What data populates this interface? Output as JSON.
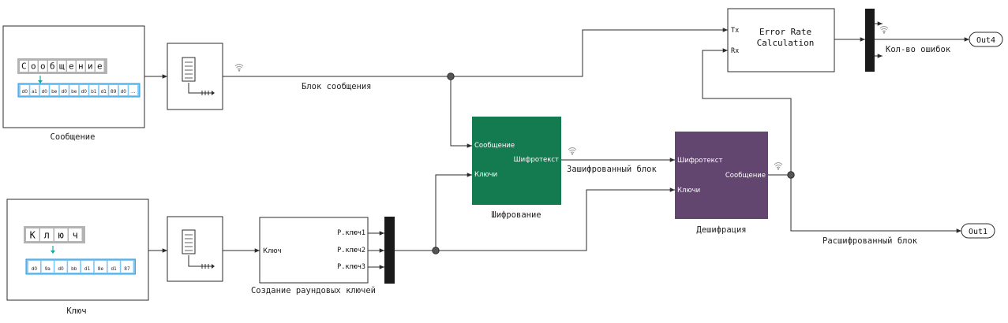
{
  "colors": {
    "line": "#2b2b2b",
    "encrypt_fill": "#147a50",
    "decrypt_fill": "#62466f",
    "bus_fill": "#1a1a1a",
    "byte_fill": "#7fc8f5",
    "byte_border": "#2a9ae0",
    "char_fill": "#b3b3b3",
    "arrow_teal": "#1aa59c"
  },
  "message_block": {
    "label": "Сообщение",
    "chars": [
      "С",
      "о",
      "о",
      "б",
      "щ",
      "е",
      "н",
      "и",
      "е"
    ],
    "bytes": [
      "d0",
      "a1",
      "d0",
      "be",
      "d0",
      "be",
      "d0",
      "b1",
      "d1",
      "89",
      "d0",
      "..."
    ]
  },
  "key_block": {
    "label": "Ключ",
    "chars": [
      "К",
      "л",
      "ю",
      "ч"
    ],
    "bytes": [
      "d0",
      "9a",
      "d0",
      "bb",
      "d1",
      "8e",
      "d1",
      "87"
    ]
  },
  "round_keys": {
    "label": "Создание раундовых ключей",
    "input": "Ключ",
    "outputs": [
      "Р.ключ1",
      "Р.ключ2",
      "Р.ключ3"
    ]
  },
  "encrypt": {
    "label": "Шифрование",
    "in1": "Сообщение",
    "in2": "Ключи",
    "out": "Шифротекст"
  },
  "decrypt": {
    "label": "Дешифрация",
    "in1": "Шифротекст",
    "in2": "Ключи",
    "out": "Сообщение"
  },
  "error_rate": {
    "title": "Error Rate Calculation",
    "in1": "Tx",
    "in2": "Rx"
  },
  "signals": {
    "message_block": "Блок сообщения",
    "encrypted_block": "Зашифрованный блок",
    "decrypted_block": "Расшифрованный блок",
    "error_count": "Кол-во ошибок"
  },
  "outports": {
    "out4": "Out4",
    "out1": "Out1"
  }
}
